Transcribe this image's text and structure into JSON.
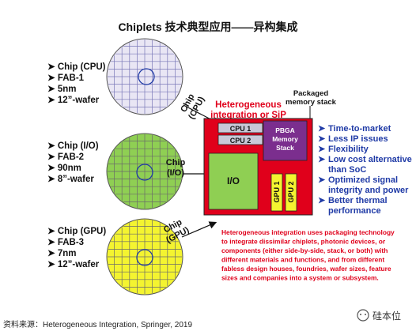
{
  "title": "Chiplets 技术典型应用——异构集成",
  "wafers": [
    {
      "lines": [
        "Chip (CPU)",
        "FAB-1",
        "5nm",
        "12”-wafer"
      ],
      "color": "#e9e6f4",
      "chip_label": "Chip (CPU)"
    },
    {
      "lines": [
        "Chip (I/O)",
        "FAB-2",
        "90nm",
        "8”-wafer"
      ],
      "color": "#8fcf53",
      "chip_label": "Chip (I/O)"
    },
    {
      "lines": [
        "Chip (GPU)",
        "FAB-3",
        "7nm",
        "12”-wafer"
      ],
      "color": "#f4f430",
      "chip_label": "Chip (GPU)"
    }
  ],
  "bullet_glyph": "➤",
  "package": {
    "heading": "Heterogeneous integration or SiP",
    "heading_lines": [
      "Heterogeneous",
      "integration or SiP"
    ],
    "memory_label": "Packaged memory stack",
    "memory_lines": [
      "Packaged",
      "memory stack"
    ],
    "cpu1": "CPU 1",
    "cpu2": "CPU 2",
    "pbga": [
      "PBGA",
      "Memory",
      "Stack"
    ],
    "io": "I/O",
    "gpu1": "GPU 1",
    "gpu2": "GPU 2"
  },
  "benefits": [
    "Time-to-market",
    "Less IP issues",
    "Flexibility",
    "Low cost alternative than SoC",
    "Optimized signal integrity and power",
    "Better thermal performance"
  ],
  "benefit_lines": [
    [
      "Time-to-market"
    ],
    [
      "Less IP issues"
    ],
    [
      "Flexibility"
    ],
    [
      "Low cost alternative",
      "than SoC"
    ],
    [
      "Optimized signal",
      "integrity and power"
    ],
    [
      "Better thermal",
      "performance"
    ]
  ],
  "description": "Heterogeneous integration uses packaging technology to integrate dissimilar chiplets, photonic devices, or components (either side-by-side, stack, or both) with different materials and functions, and from different fabless design houses, foundries, wafer sizes, feature sizes and companies into a system or subsystem.",
  "description_lines": [
    "Heterogeneous integration uses packaging technology",
    "to integrate dissimilar chiplets, photonic devices, or",
    "components (either side-by-side, stack, or both) with",
    "different materials and functions, and from different",
    "fabless design houses, foundries, wafer sizes, feature",
    "sizes and companies into a system or subsystem."
  ],
  "source": "资料来源：Heterogeneous Integration, Springer, 2019",
  "watermark": "硅本位",
  "colors": {
    "red": "#e0001b",
    "blue": "#1f3aa6",
    "purple": "#7b2e8e",
    "io_green": "#8fcf53",
    "gpu_yellow": "#f4f430",
    "cpu_gray": "#c9c9d8"
  }
}
